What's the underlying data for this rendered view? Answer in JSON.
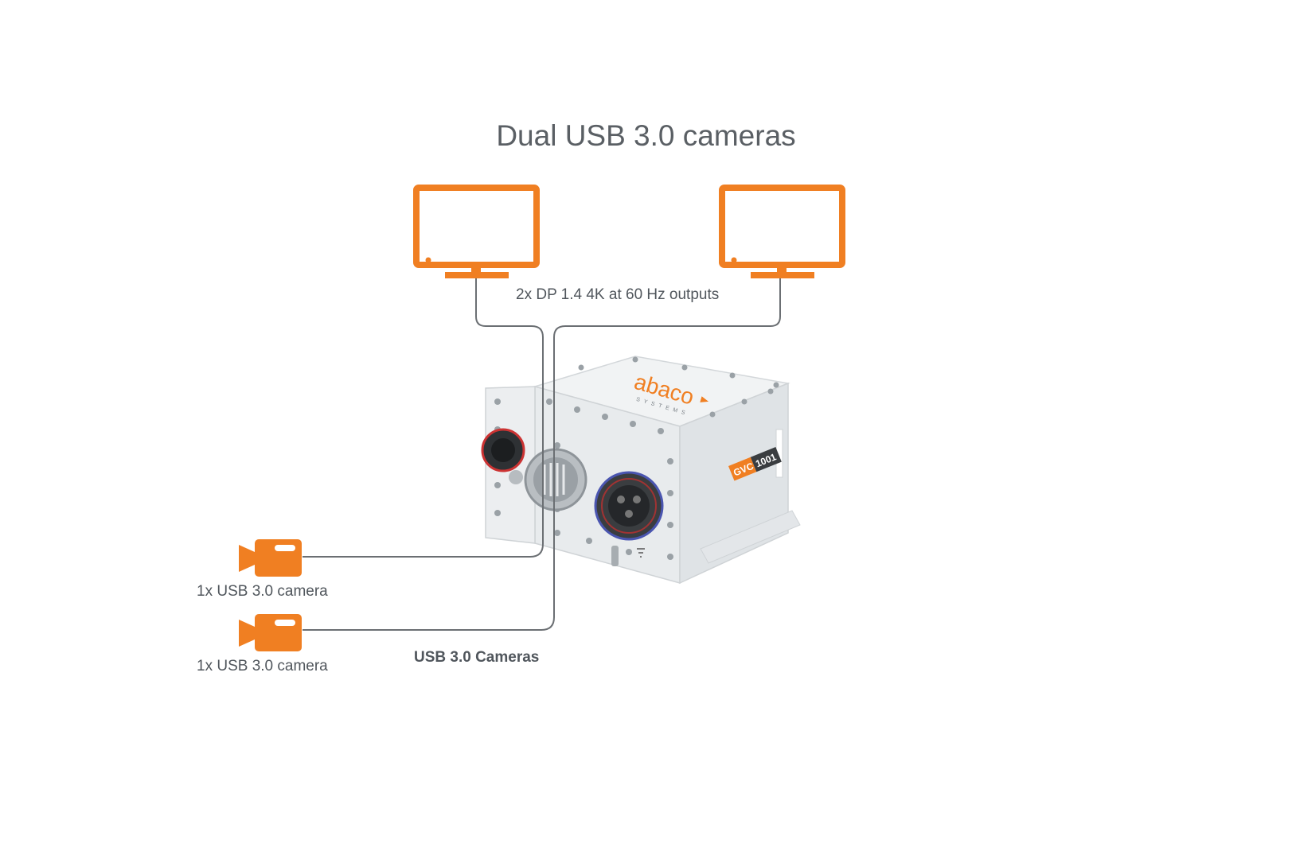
{
  "title": "Dual USB 3.0 cameras",
  "labels": {
    "outputs": "2x DP 1.4 4K at 60 Hz outputs",
    "camera_1": "1x USB 3.0 camera",
    "camera_2": "1x USB 3.0 camera",
    "cameras_group": "USB 3.0 Cameras"
  },
  "device": {
    "brand": "abaco",
    "brand_sub": "SYSTEMS",
    "model_badge_left": "GVC",
    "model_badge_right": "1001"
  },
  "icons": [
    "monitor-icon",
    "monitor-icon",
    "video-camera-icon",
    "video-camera-icon"
  ],
  "colors": {
    "accent": "#F07F22",
    "line": "#6b6f73",
    "text": "#555b61"
  }
}
